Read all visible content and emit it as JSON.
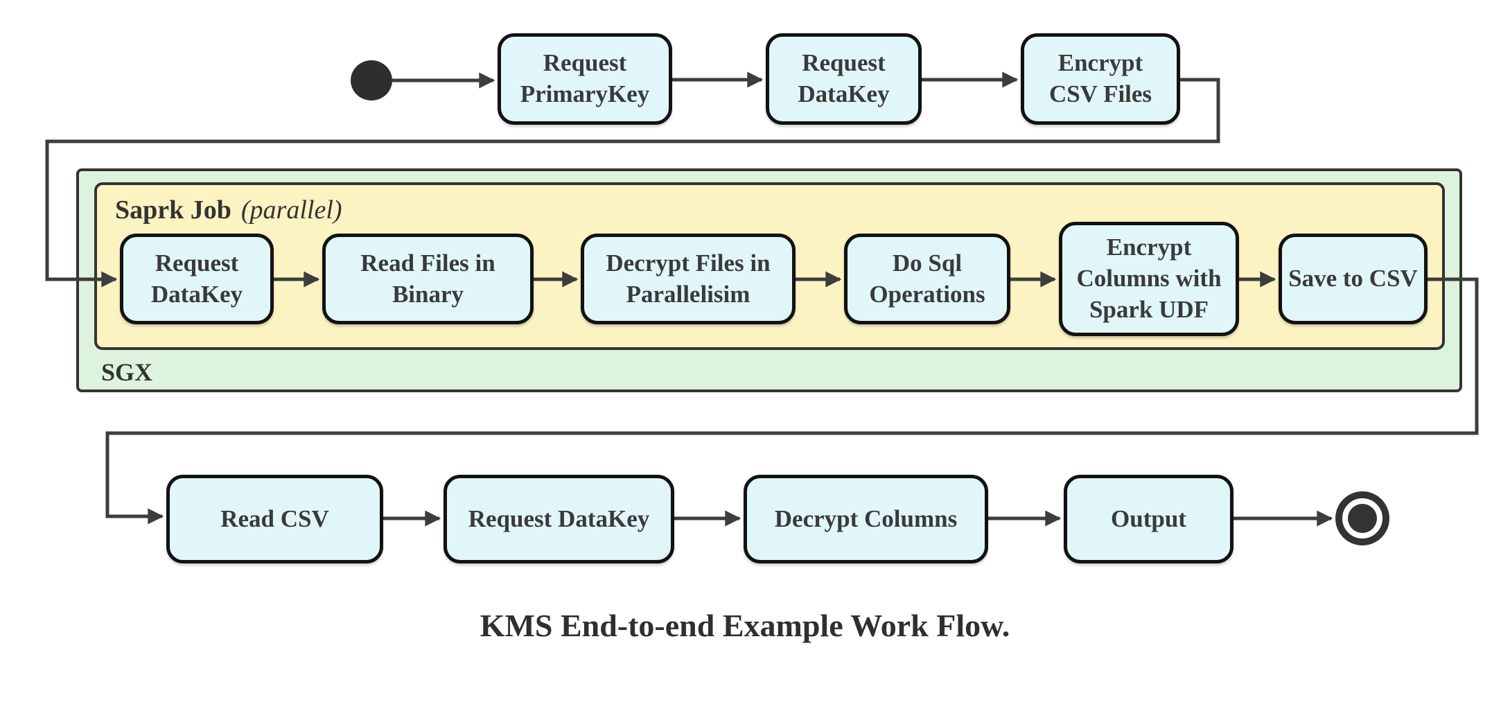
{
  "caption": "KMS End-to-end Example Work Flow.",
  "containers": {
    "sgx": {
      "label": "SGX"
    },
    "spark_job": {
      "label": "Saprk Job",
      "mode": "(parallel)"
    }
  },
  "nodes": {
    "request_primarykey": "Request PrimaryKey",
    "request_datakey_top": "Request DataKey",
    "encrypt_csv_files": "Encrypt CSV Files",
    "request_datakey_sgx": "Request DataKey",
    "read_files_in_binary": "Read Files in Binary",
    "decrypt_files_in_parallelisim": "Decrypt Files in Parallelisim",
    "do_sql_operations": "Do Sql Operations",
    "encrypt_columns_with_spark_udf": "Encrypt Columns with Spark UDF",
    "save_to_csv": "Save to CSV",
    "read_csv": "Read CSV",
    "request_datakey_client": "Request DataKey",
    "decrypt_columns": "Decrypt Columns",
    "output": "Output"
  },
  "markers": {
    "start": "initial-state-filled-circle",
    "end": "final-state-double-circle"
  },
  "colors": {
    "node_fill": "#e1f6f9",
    "node_border": "#121212",
    "sgx_fill": "#def3de",
    "spark_fill": "#fbf3c1",
    "container_border": "#333333",
    "line": "#3d3d3d",
    "text": "#3a3a3a"
  }
}
